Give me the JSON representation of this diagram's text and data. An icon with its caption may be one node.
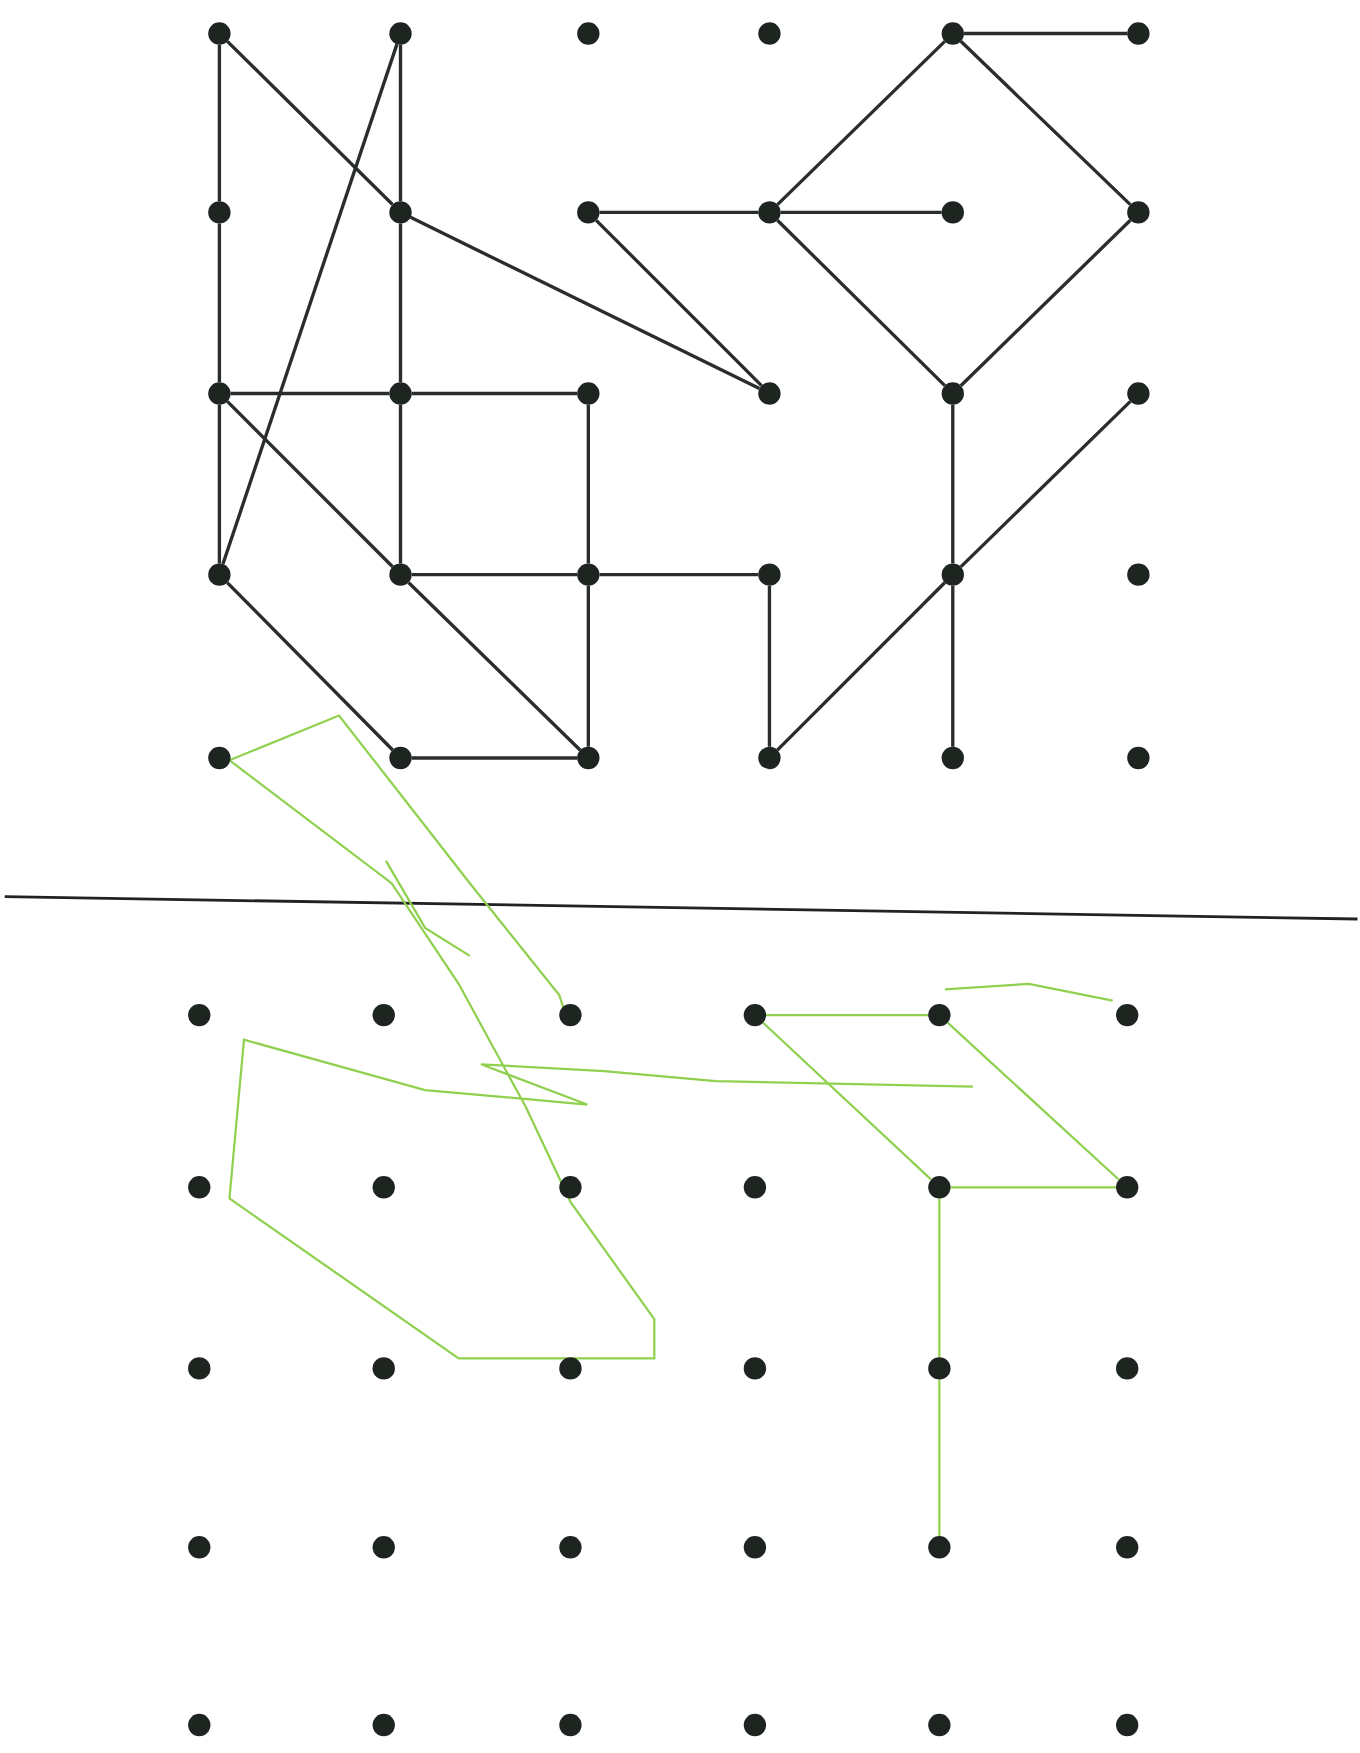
{
  "diagram": {
    "nodes": [
      {
        "text": [],
        "shape": "circle"
      },
      {
        "text": [],
        "shape": "circle"
      },
      {
        "text": [],
        "shape": "circle"
      },
      {
        "text": [],
        "shape": "circle"
      },
      {
        "text": [],
        "shape": "circle"
      },
      {
        "text": [],
        "shape": "circle"
      },
      {
        "text": [],
        "shape": "circle"
      },
      {
        "text": [],
        "shape": "circle"
      },
      {
        "text": [],
        "shape": "circle"
      },
      {
        "text": [],
        "shape": "circle"
      },
      {
        "text": [],
        "shape": "circle"
      },
      {
        "text": [],
        "shape": "circle"
      },
      {
        "text": [],
        "shape": "circle"
      },
      {
        "text": [],
        "shape": "circle"
      },
      {
        "text": [],
        "shape": "circle"
      },
      {
        "text": [],
        "shape": "circle"
      },
      {
        "text": [],
        "shape": "circle"
      },
      {
        "text": [],
        "shape": "circle"
      },
      {
        "text": [],
        "shape": "circle"
      },
      {
        "text": [],
        "shape": "circle"
      },
      {
        "text": [],
        "shape": "circle"
      },
      {
        "text": [],
        "shape": "circle"
      },
      {
        "text": [],
        "shape": "circle"
      },
      {
        "text": [],
        "shape": "circle"
      },
      {
        "text": [],
        "shape": "circle"
      },
      {
        "text": [],
        "shape": "circle"
      },
      {
        "text": [],
        "shape": "circle"
      },
      {
        "text": [],
        "shape": "circle"
      },
      {
        "text": [],
        "shape": "circle"
      },
      {
        "text": [],
        "shape": "circle"
      },
      {
        "text": [],
        "shape": "circle"
      },
      {
        "text": [],
        "shape": "circle"
      },
      {
        "text": [],
        "shape": "circle"
      },
      {
        "text": [],
        "shape": "circle"
      },
      {
        "text": [],
        "shape": "circle"
      },
      {
        "text": [],
        "shape": "circle"
      },
      {
        "text": [],
        "shape": "circle"
      },
      {
        "text": [],
        "shape": "circle"
      },
      {
        "text": [],
        "shape": "circle"
      },
      {
        "text": [],
        "shape": "circle"
      },
      {
        "text": [],
        "shape": "circle"
      },
      {
        "text": [],
        "shape": "circle"
      },
      {
        "text": [],
        "shape": "circle"
      },
      {
        "text": [],
        "shape": "circle"
      },
      {
        "text": [],
        "shape": "circle"
      },
      {
        "text": [],
        "shape": "circle"
      },
      {
        "text": [],
        "shape": "circle"
      },
      {
        "text": [],
        "shape": "circle"
      },
      {
        "text": [],
        "shape": "circle"
      },
      {
        "text": [],
        "shape": "circle"
      },
      {
        "text": [],
        "shape": "circle"
      },
      {
        "text": [],
        "shape": "circle"
      },
      {
        "text": [],
        "shape": "circle"
      },
      {
        "text": [],
        "shape": "circle"
      },
      {
        "text": [],
        "shape": "circle"
      },
      {
        "text": [],
        "shape": "circle"
      },
      {
        "text": [],
        "shape": "circle"
      },
      {
        "text": [],
        "shape": "circle"
      },
      {
        "text": [],
        "shape": "circle"
      },
      {
        "text": [],
        "shape": "circle"
      }
    ],
    "edges": [
      {
        "from": 0,
        "to": 6,
        "arrow": "none"
      },
      {
        "from": 6,
        "to": 12,
        "arrow": "none"
      },
      {
        "from": 12,
        "to": 18,
        "arrow": "none"
      },
      {
        "from": 0,
        "to": 7,
        "arrow": "none"
      },
      {
        "from": 1,
        "to": 7,
        "arrow": "none"
      },
      {
        "from": 7,
        "to": 13,
        "arrow": "none"
      },
      {
        "from": 13,
        "to": 19,
        "arrow": "none"
      },
      {
        "from": 1,
        "to": 18,
        "arrow": "none"
      },
      {
        "from": 7,
        "to": 15,
        "arrow": "none"
      },
      {
        "from": 8,
        "to": 9,
        "arrow": "none"
      },
      {
        "from": 9,
        "to": 10,
        "arrow": "none"
      },
      {
        "from": 8,
        "to": 15,
        "arrow": "none"
      },
      {
        "from": 4,
        "to": 5,
        "arrow": "none"
      },
      {
        "from": 4,
        "to": 9,
        "arrow": "none"
      },
      {
        "from": 4,
        "to": 11,
        "arrow": "none"
      },
      {
        "from": 9,
        "to": 16,
        "arrow": "none"
      },
      {
        "from": 11,
        "to": 16,
        "arrow": "none"
      },
      {
        "from": 16,
        "to": 22,
        "arrow": "none"
      },
      {
        "from": 22,
        "to": 28,
        "arrow": "none"
      },
      {
        "from": 17,
        "to": 22,
        "arrow": "none"
      },
      {
        "from": 22,
        "to": 27,
        "arrow": "none"
      },
      {
        "from": 21,
        "to": 27,
        "arrow": "none"
      },
      {
        "from": 12,
        "to": 13,
        "arrow": "none"
      },
      {
        "from": 13,
        "to": 14,
        "arrow": "none"
      },
      {
        "from": 14,
        "to": 20,
        "arrow": "none"
      },
      {
        "from": 12,
        "to": 19,
        "arrow": "none"
      },
      {
        "from": 19,
        "to": 26,
        "arrow": "none"
      },
      {
        "from": 18,
        "to": 25,
        "arrow": "none"
      },
      {
        "from": 25,
        "to": 26,
        "arrow": "none"
      },
      {
        "from": 19,
        "to": 20,
        "arrow": "none"
      },
      {
        "from": 20,
        "to": 21,
        "arrow": "none"
      },
      {
        "from": 20,
        "to": 26,
        "arrow": "none"
      },
      {
        "from": 33,
        "to": 34,
        "arrow": "none",
        "color": "#8fd14f"
      },
      {
        "from": 33,
        "to": 40,
        "arrow": "none",
        "color": "#8fd14f"
      },
      {
        "from": 34,
        "to": 41,
        "arrow": "none",
        "color": "#8fd14f"
      },
      {
        "from": 40,
        "to": 41,
        "arrow": "none",
        "color": "#8fd14f"
      },
      {
        "from": 40,
        "to": 46,
        "arrow": "none",
        "color": "#8fd14f"
      },
      {
        "from": 46,
        "to": 52,
        "arrow": "none",
        "color": "#8fd14f"
      }
    ]
  }
}
